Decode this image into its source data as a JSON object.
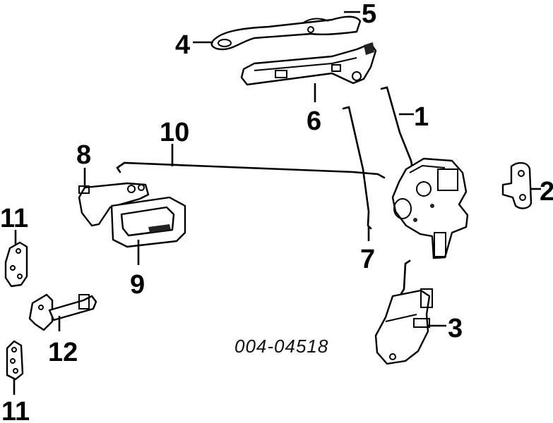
{
  "callouts": {
    "c1": "1",
    "c2": "2",
    "c3": "3",
    "c4": "4",
    "c5": "5",
    "c6": "6",
    "c7": "7",
    "c8": "8",
    "c9": "9",
    "c10": "10",
    "c11_top": "11",
    "c11_bottom": "11",
    "c12": "12"
  },
  "diagram_code": "004-04518"
}
